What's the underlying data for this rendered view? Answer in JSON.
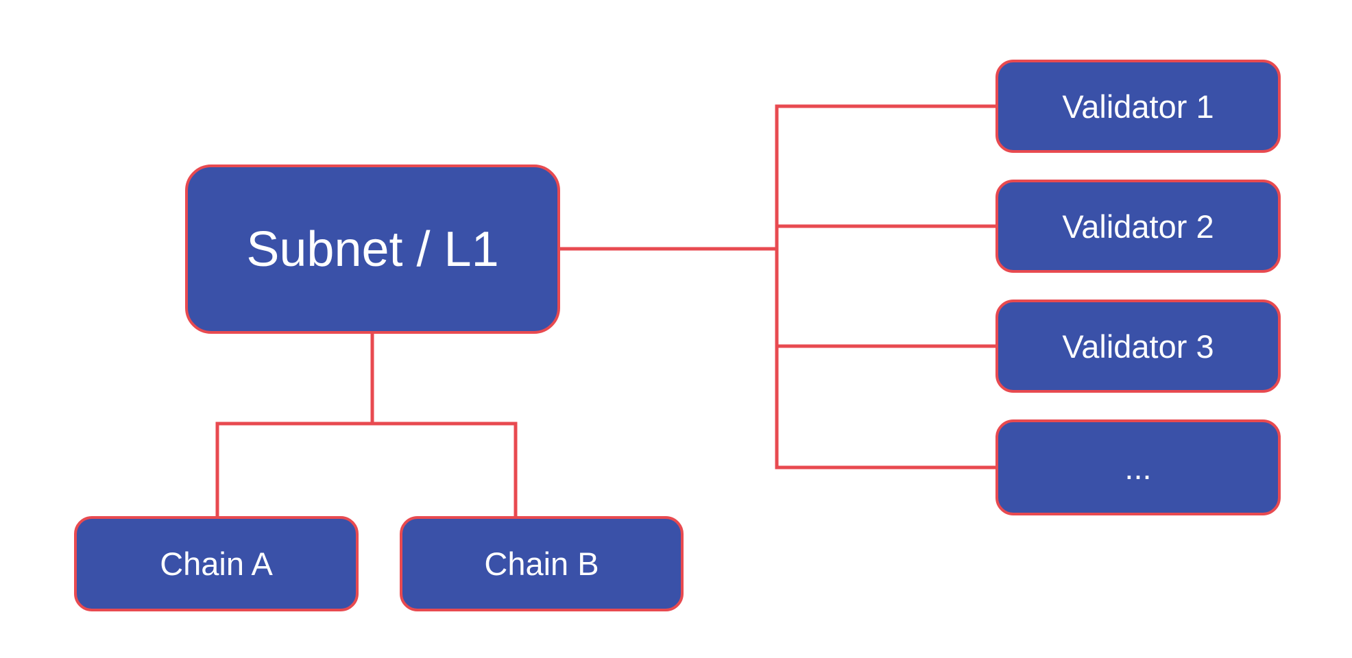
{
  "diagram": {
    "type": "tree",
    "colors": {
      "canvas_bg": "#ffffff",
      "node_fill": "#3a51a8",
      "node_border": "#e84a50",
      "line": "#e84a50",
      "label": "#ffffff"
    },
    "nodes": {
      "subnet": {
        "label": "Subnet / L1"
      },
      "chains": [
        {
          "label": "Chain A"
        },
        {
          "label": "Chain B"
        }
      ],
      "validators": [
        {
          "label": "Validator 1"
        },
        {
          "label": "Validator 2"
        },
        {
          "label": "Validator 3"
        },
        {
          "label": "..."
        }
      ]
    },
    "edges": [
      {
        "from": "Subnet / L1",
        "to": "Validator 1"
      },
      {
        "from": "Subnet / L1",
        "to": "Validator 2"
      },
      {
        "from": "Subnet / L1",
        "to": "Validator 3"
      },
      {
        "from": "Subnet / L1",
        "to": "..."
      },
      {
        "from": "Subnet / L1",
        "to": "Chain A"
      },
      {
        "from": "Subnet / L1",
        "to": "Chain B"
      }
    ]
  }
}
